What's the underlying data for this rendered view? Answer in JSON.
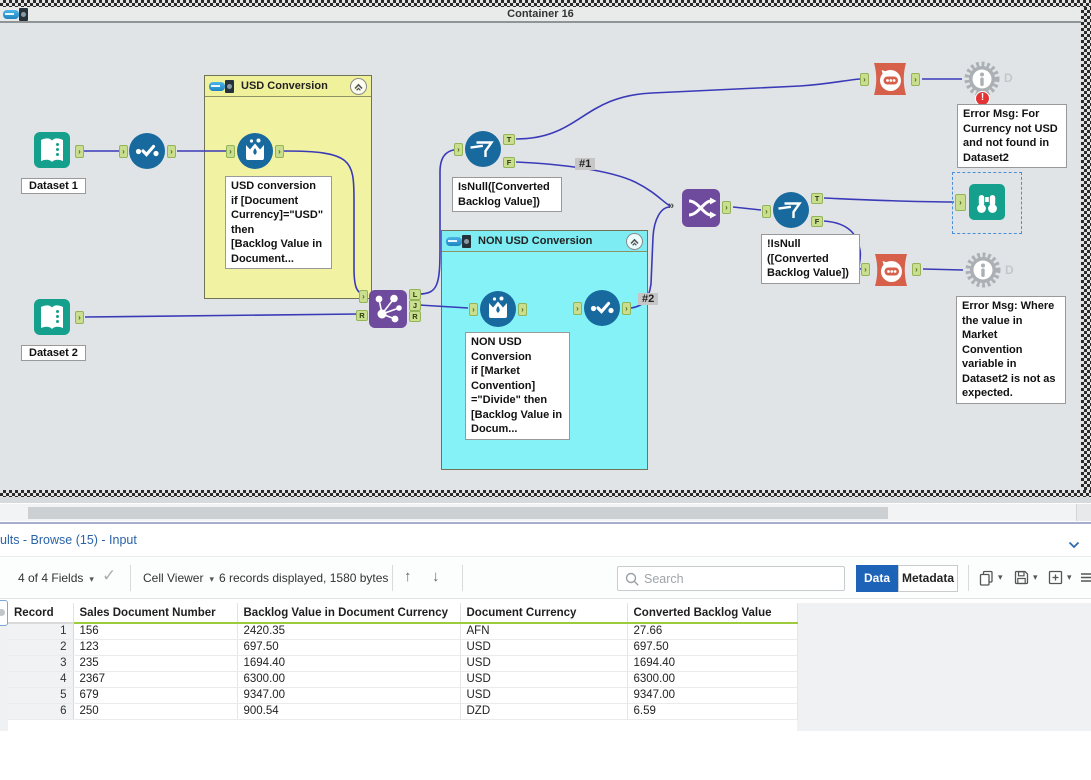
{
  "canvas": {
    "container16_title": "Container 16",
    "containers": {
      "usd": {
        "title": "USD Conversion"
      },
      "nonusd": {
        "title": "NON USD Conversion"
      }
    },
    "labels": {
      "dataset1": "Dataset 1",
      "dataset2": "Dataset 2",
      "wire1": "#1",
      "wire2": "#2"
    },
    "annotations": {
      "formula1": "USD conversion\nif [Document\nCurrency]=\"USD\"\nthen\n[Backlog Value in\nDocument...",
      "filter1": "IsNull([Converted\nBacklog Value])",
      "formula2": "NON USD\nConversion\nif [Market\nConvention]\n=\"Divide\" then\n[Backlog Value in\nDocum...",
      "filter2": "!IsNull\n([Converted\nBacklog Value])",
      "test1": "Error Msg: For\nCurrency not USD\nand not found in\nDataset2",
      "test2": "Error Msg: Where\nthe value in\nMarket\nConvention\nvariable in\nDataset2 is not as\nexpected."
    },
    "anchors": {
      "L": "L",
      "J": "J",
      "R": "R",
      "T": "T",
      "F": "F",
      "D": "D",
      "multi": "»"
    },
    "error_badge": "!"
  },
  "results": {
    "title": "ults - Browse (15) - Input",
    "toolbar": {
      "fields_selector": "4 of 4 Fields",
      "cell_viewer": "Cell Viewer",
      "records_info": "6 records displayed, 1580 bytes",
      "search_placeholder": "Search",
      "data_tab": "Data",
      "metadata_tab": "Metadata"
    },
    "table": {
      "columns": [
        "Record",
        "Sales Document Number",
        "Backlog Value in Document Currency",
        "Document Currency",
        "Converted Backlog Value"
      ],
      "rows": [
        [
          "1",
          "156",
          "2420.35",
          "AFN",
          "27.66"
        ],
        [
          "2",
          "123",
          "697.50",
          "USD",
          "697.50"
        ],
        [
          "3",
          "235",
          "1694.40",
          "USD",
          "1694.40"
        ],
        [
          "4",
          "2367",
          "6300.00",
          "USD",
          "6300.00"
        ],
        [
          "5",
          "679",
          "9347.00",
          "USD",
          "9347.00"
        ],
        [
          "6",
          "250",
          "900.54",
          "DZD",
          "6.59"
        ]
      ]
    }
  },
  "colors": {
    "accent_blue": "#1d63b8",
    "wire": "#3a3ab8",
    "tool_blue": "#17699e",
    "tool_teal": "#14a08c",
    "tool_purple": "#6e4b9d",
    "tool_orange": "#d6604a",
    "container_yellow": "#f1f3a2",
    "container_cyan": "#84f2f7",
    "anchor_green": "#c9de8e",
    "error_red": "#e23434",
    "header_green": "#9ccb3b"
  }
}
